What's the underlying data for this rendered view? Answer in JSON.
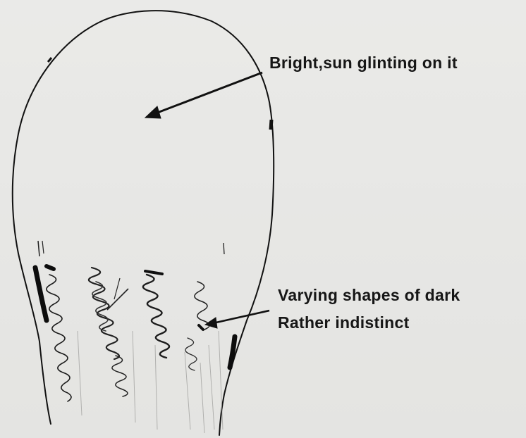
{
  "annotations": {
    "top_note": "Bright,sun glinting on it",
    "bottom_note_line1": "Varying shapes of dark",
    "bottom_note_line2": "Rather indistinct"
  },
  "colors": {
    "background": "#e8e8e6",
    "ink": "#161616"
  }
}
